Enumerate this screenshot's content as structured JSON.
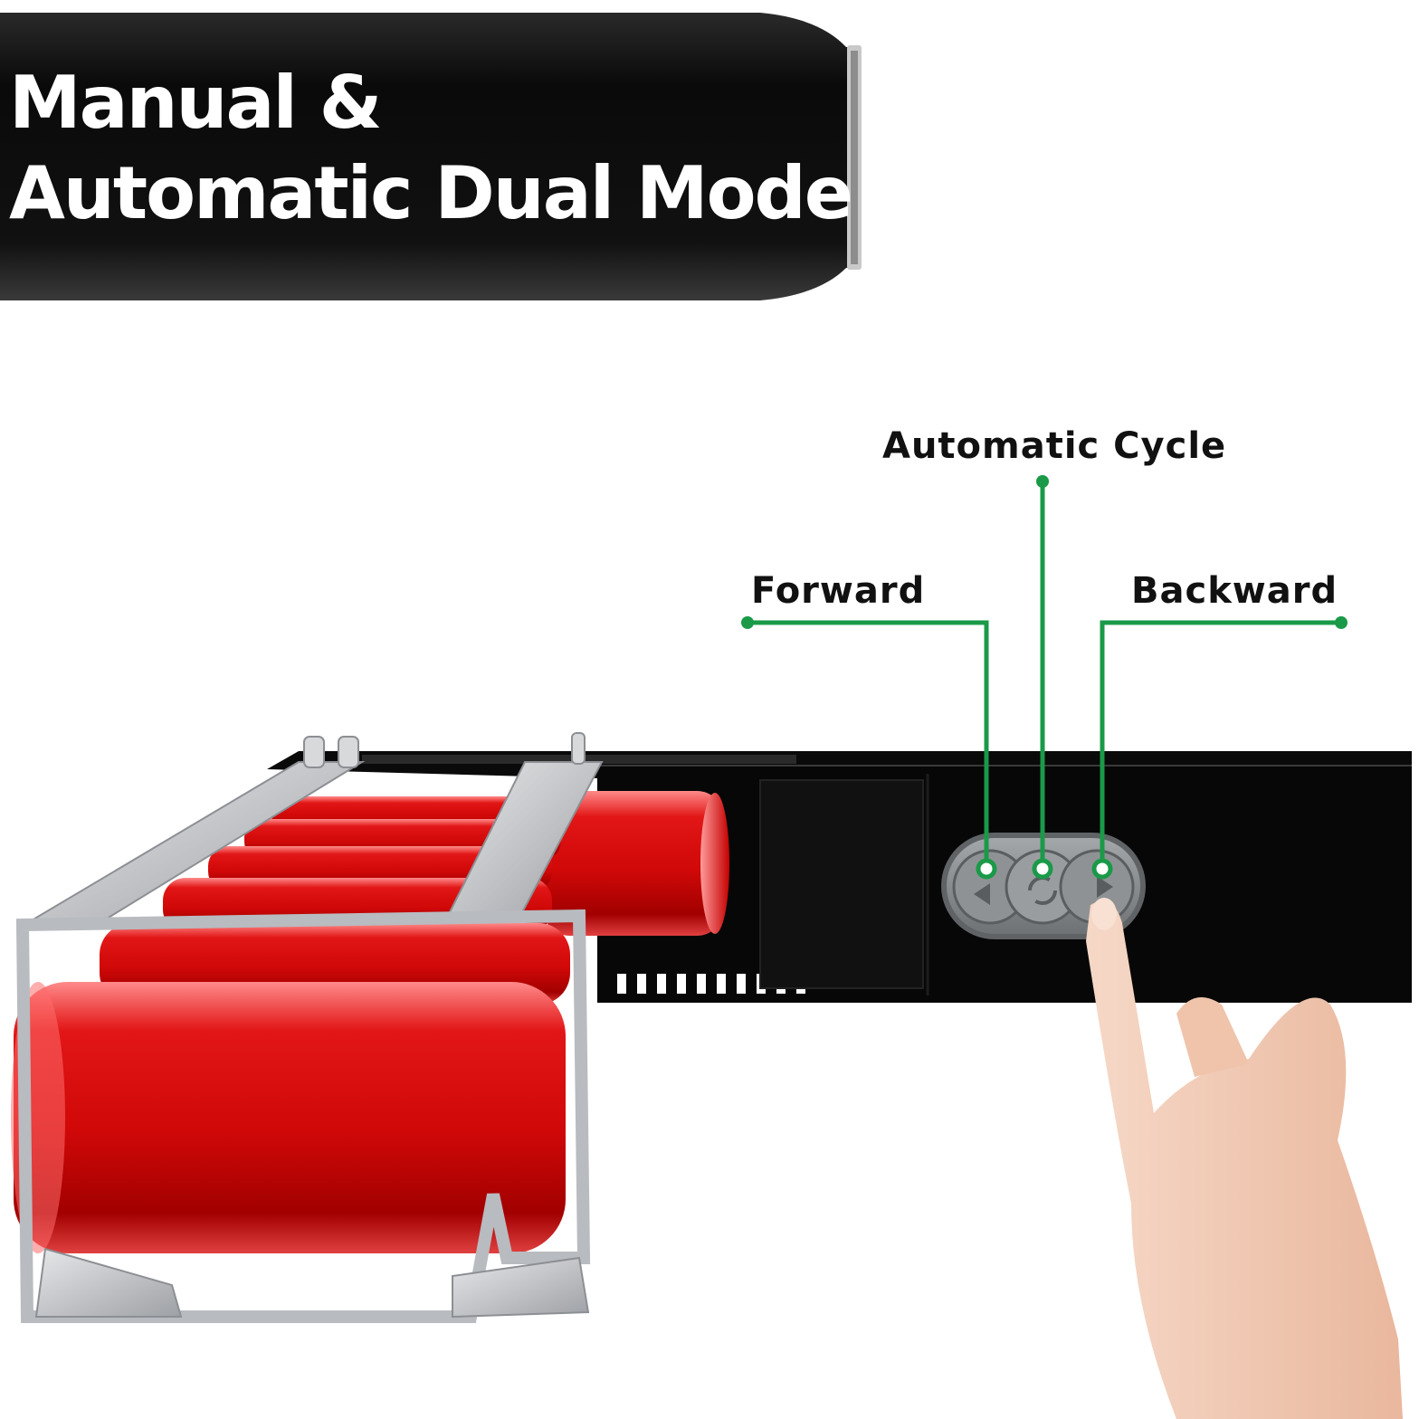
{
  "banner": {
    "title_line1": "Manual &",
    "title_line2": "Automatic Dual Mode"
  },
  "callouts": {
    "automatic_cycle": "Automatic Cycle",
    "forward": "Forward",
    "backward": "Backward"
  },
  "colors": {
    "banner_black": "#0b0b0b",
    "callout_green": "#1a9a48",
    "can_red": "#d40a0a",
    "rack_silver": "#b9bcc0",
    "dispenser_black": "#0a0a0a",
    "button_gray": "#8a8d90",
    "skin": "#f3cdb8"
  },
  "icons": {
    "forward_button": "triangle-left-icon",
    "cycle_button": "refresh-icon",
    "backward_button": "triangle-right-icon"
  }
}
